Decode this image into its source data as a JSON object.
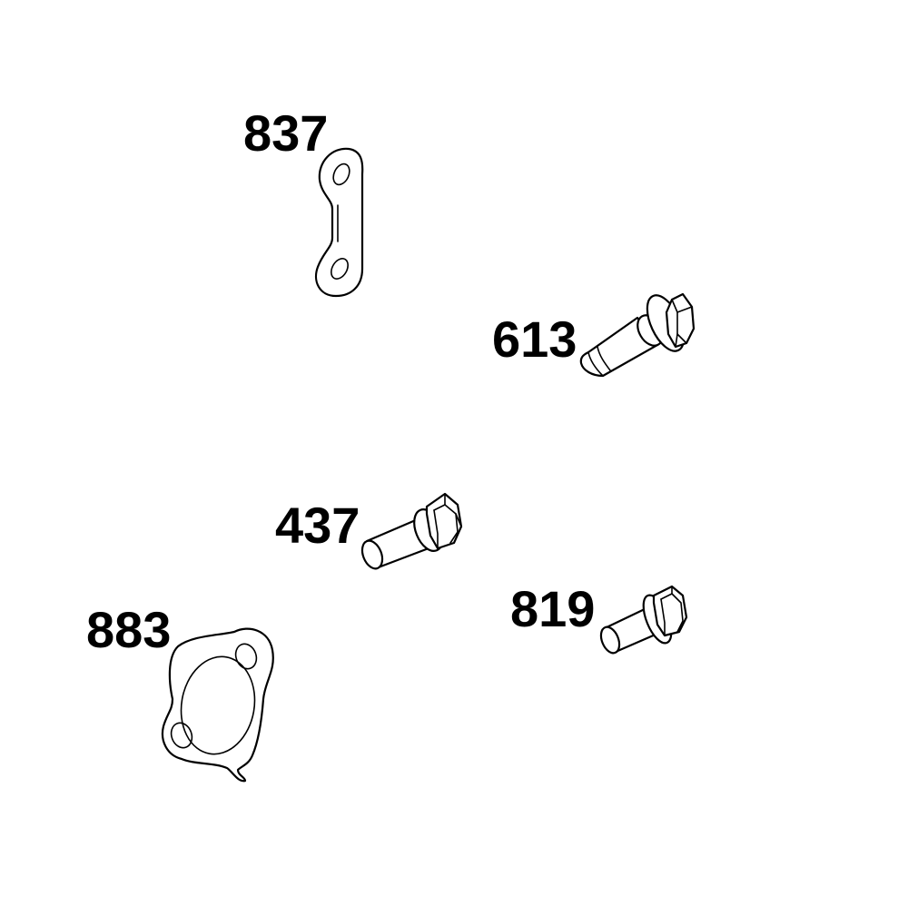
{
  "parts": {
    "strap": {
      "label": "837"
    },
    "flange_bolt_long": {
      "label": "613"
    },
    "hex_bolt_washer": {
      "label": "437"
    },
    "flange_bolt_short": {
      "label": "819"
    },
    "gasket": {
      "label": "883"
    }
  },
  "colors": {
    "line": "#000000",
    "background": "#ffffff"
  }
}
